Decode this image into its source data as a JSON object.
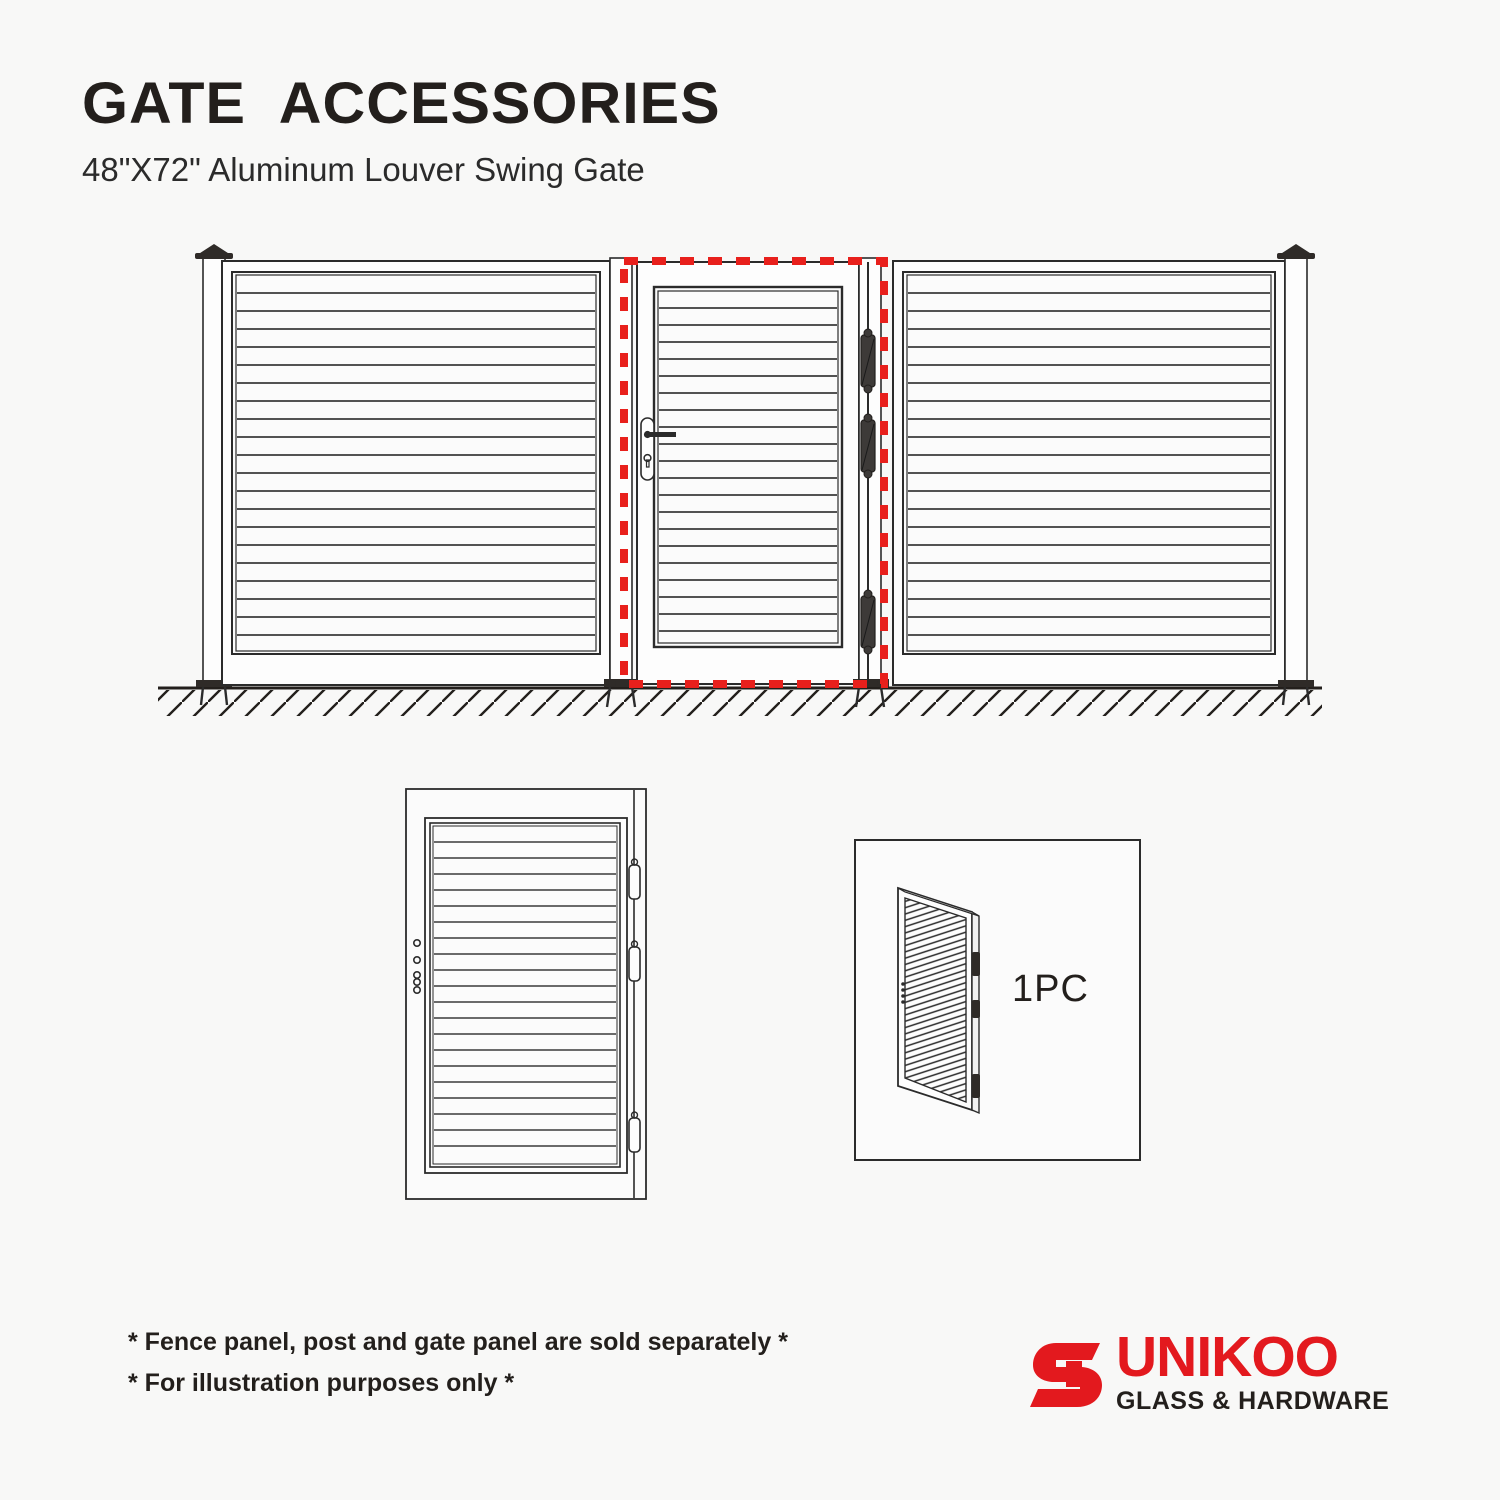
{
  "page": {
    "background_color": "#f8f8f7",
    "line_color": "#2b2b2b",
    "highlight_color": "#e8201c"
  },
  "header": {
    "title": "GATE  ACCESSORIES",
    "subtitle": "48\"X72\" Aluminum Louver Swing Gate"
  },
  "main_illustration": {
    "caption": "Fence elevation with center swing gate highlighted",
    "left_fence_panel": {
      "name": "left-louver-fence-panel",
      "louver_count": 21
    },
    "center_gate": {
      "name": "center-louver-swing-gate",
      "louver_count": 21,
      "handle": "lever-handle-with-keyhole",
      "hinge_count": 3,
      "highlighted": true
    },
    "right_fence_panel": {
      "name": "right-louver-fence-panel",
      "louver_count": 21
    },
    "posts": [
      {
        "name": "post-left",
        "cap": "pyramid-post-cap"
      },
      {
        "name": "post-gate-latch-side",
        "cap": "none"
      },
      {
        "name": "post-gate-hinge-side",
        "cap": "none"
      },
      {
        "name": "post-right",
        "cap": "pyramid-post-cap"
      }
    ],
    "ground": "hatched-ground-line"
  },
  "detail_view": {
    "caption": "Gate panel detail elevation",
    "name": "gate-panel-detail",
    "louver_count": 21,
    "hinge_count": 3,
    "mounting_holes": 4
  },
  "quantity_box": {
    "name": "quantity-box",
    "label": "1PC",
    "item": "isometric-louver-gate"
  },
  "notes": [
    "* Fence panel, post and gate panel are sold separately *",
    "* For illustration purposes only *"
  ],
  "logo": {
    "name": "UNIKOO",
    "tagline": "GLASS & HARDWARE",
    "brand_color": "#e3191e",
    "tagline_color": "#231f1c"
  }
}
